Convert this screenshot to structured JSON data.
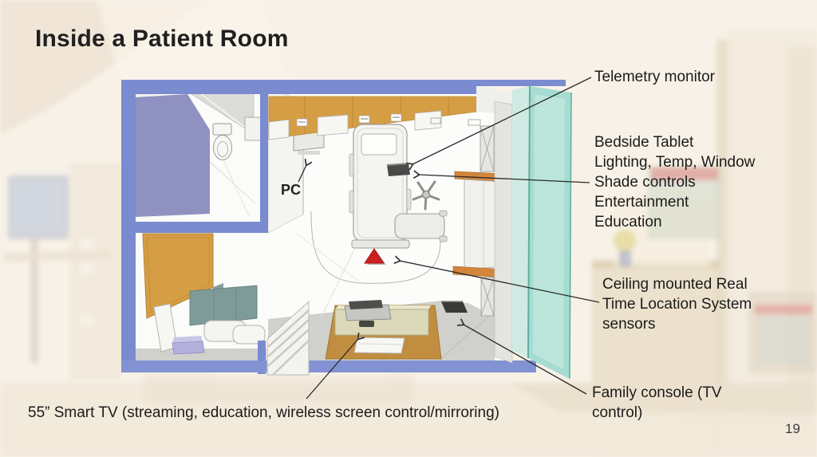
{
  "slide": {
    "title": "Inside a Patient Room",
    "page_number": "19"
  },
  "floor_plan": {
    "pc_label": "PC",
    "marker": "rtls-red-triangle",
    "colors": {
      "wall_cut_blue": "#7a8bd0",
      "glass_teal": "#a6dcd2",
      "ceiling_orange": "#d59e45",
      "bathroom_purple": "#8f91c1",
      "rtls_red": "#cc2020",
      "wood_tan": "#c08d41",
      "sofa_teal": "#7e9b99"
    }
  },
  "annotations": {
    "telemetry": "Telemetry monitor",
    "bedside": "Bedside Tablet\nLighting, Temp, Window\nShade controls\nEntertainment\nEducation",
    "rtls": "Ceiling mounted Real\nTime Location System\nsensors",
    "family_console": "Family console (TV\ncontrol)",
    "smart_tv": "55” Smart TV (streaming, education, wireless screen control/mirroring)"
  }
}
